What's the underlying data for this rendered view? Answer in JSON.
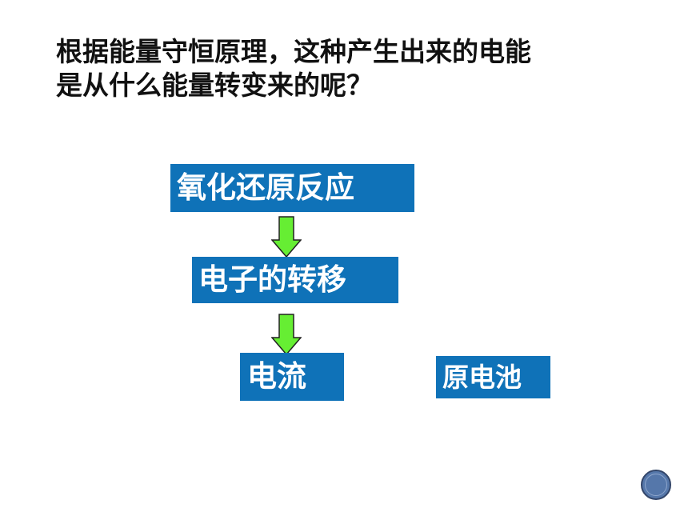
{
  "question": {
    "line1": "根据能量守恒原理，这种产生出来的电能",
    "line2": "是从什么能量转变来的呢？"
  },
  "flow": {
    "step1": "氧化还原反应",
    "step2": "电子的转移",
    "step3": "电流",
    "side_label": "原电池"
  },
  "colors": {
    "box_fill": "#0f72b8",
    "box_text": "#ffffff",
    "arrow_fill": "#66ee33",
    "arrow_stroke": "#222222"
  },
  "icons": {
    "arrow": "down-arrow-icon",
    "nav": "nav-circle-icon"
  }
}
